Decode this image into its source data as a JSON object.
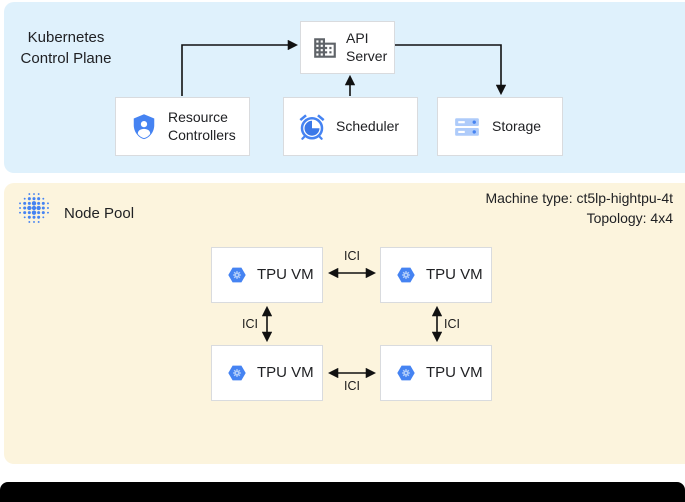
{
  "diagram": {
    "control_plane": {
      "title": "Kubernetes Control Plane",
      "api_server": "API Server",
      "resource_controllers": "Resource Controllers",
      "scheduler": "Scheduler",
      "storage": "Storage"
    },
    "node_pool": {
      "title": "Node Pool",
      "machine_type": "Machine type: ct5lp-hightpu-4t",
      "topology": "Topology: 4x4",
      "tpu_vm_label": "TPU VM",
      "interconnect_label": "ICI"
    },
    "colors": {
      "control_plane_bg": "#DFF1FC",
      "node_pool_bg": "#FCF4DD",
      "google_blue": "#4583F2",
      "light_blue": "#AECBFA",
      "dark_blue": "#3B78E8",
      "icon_gray": "#5F6368"
    }
  }
}
